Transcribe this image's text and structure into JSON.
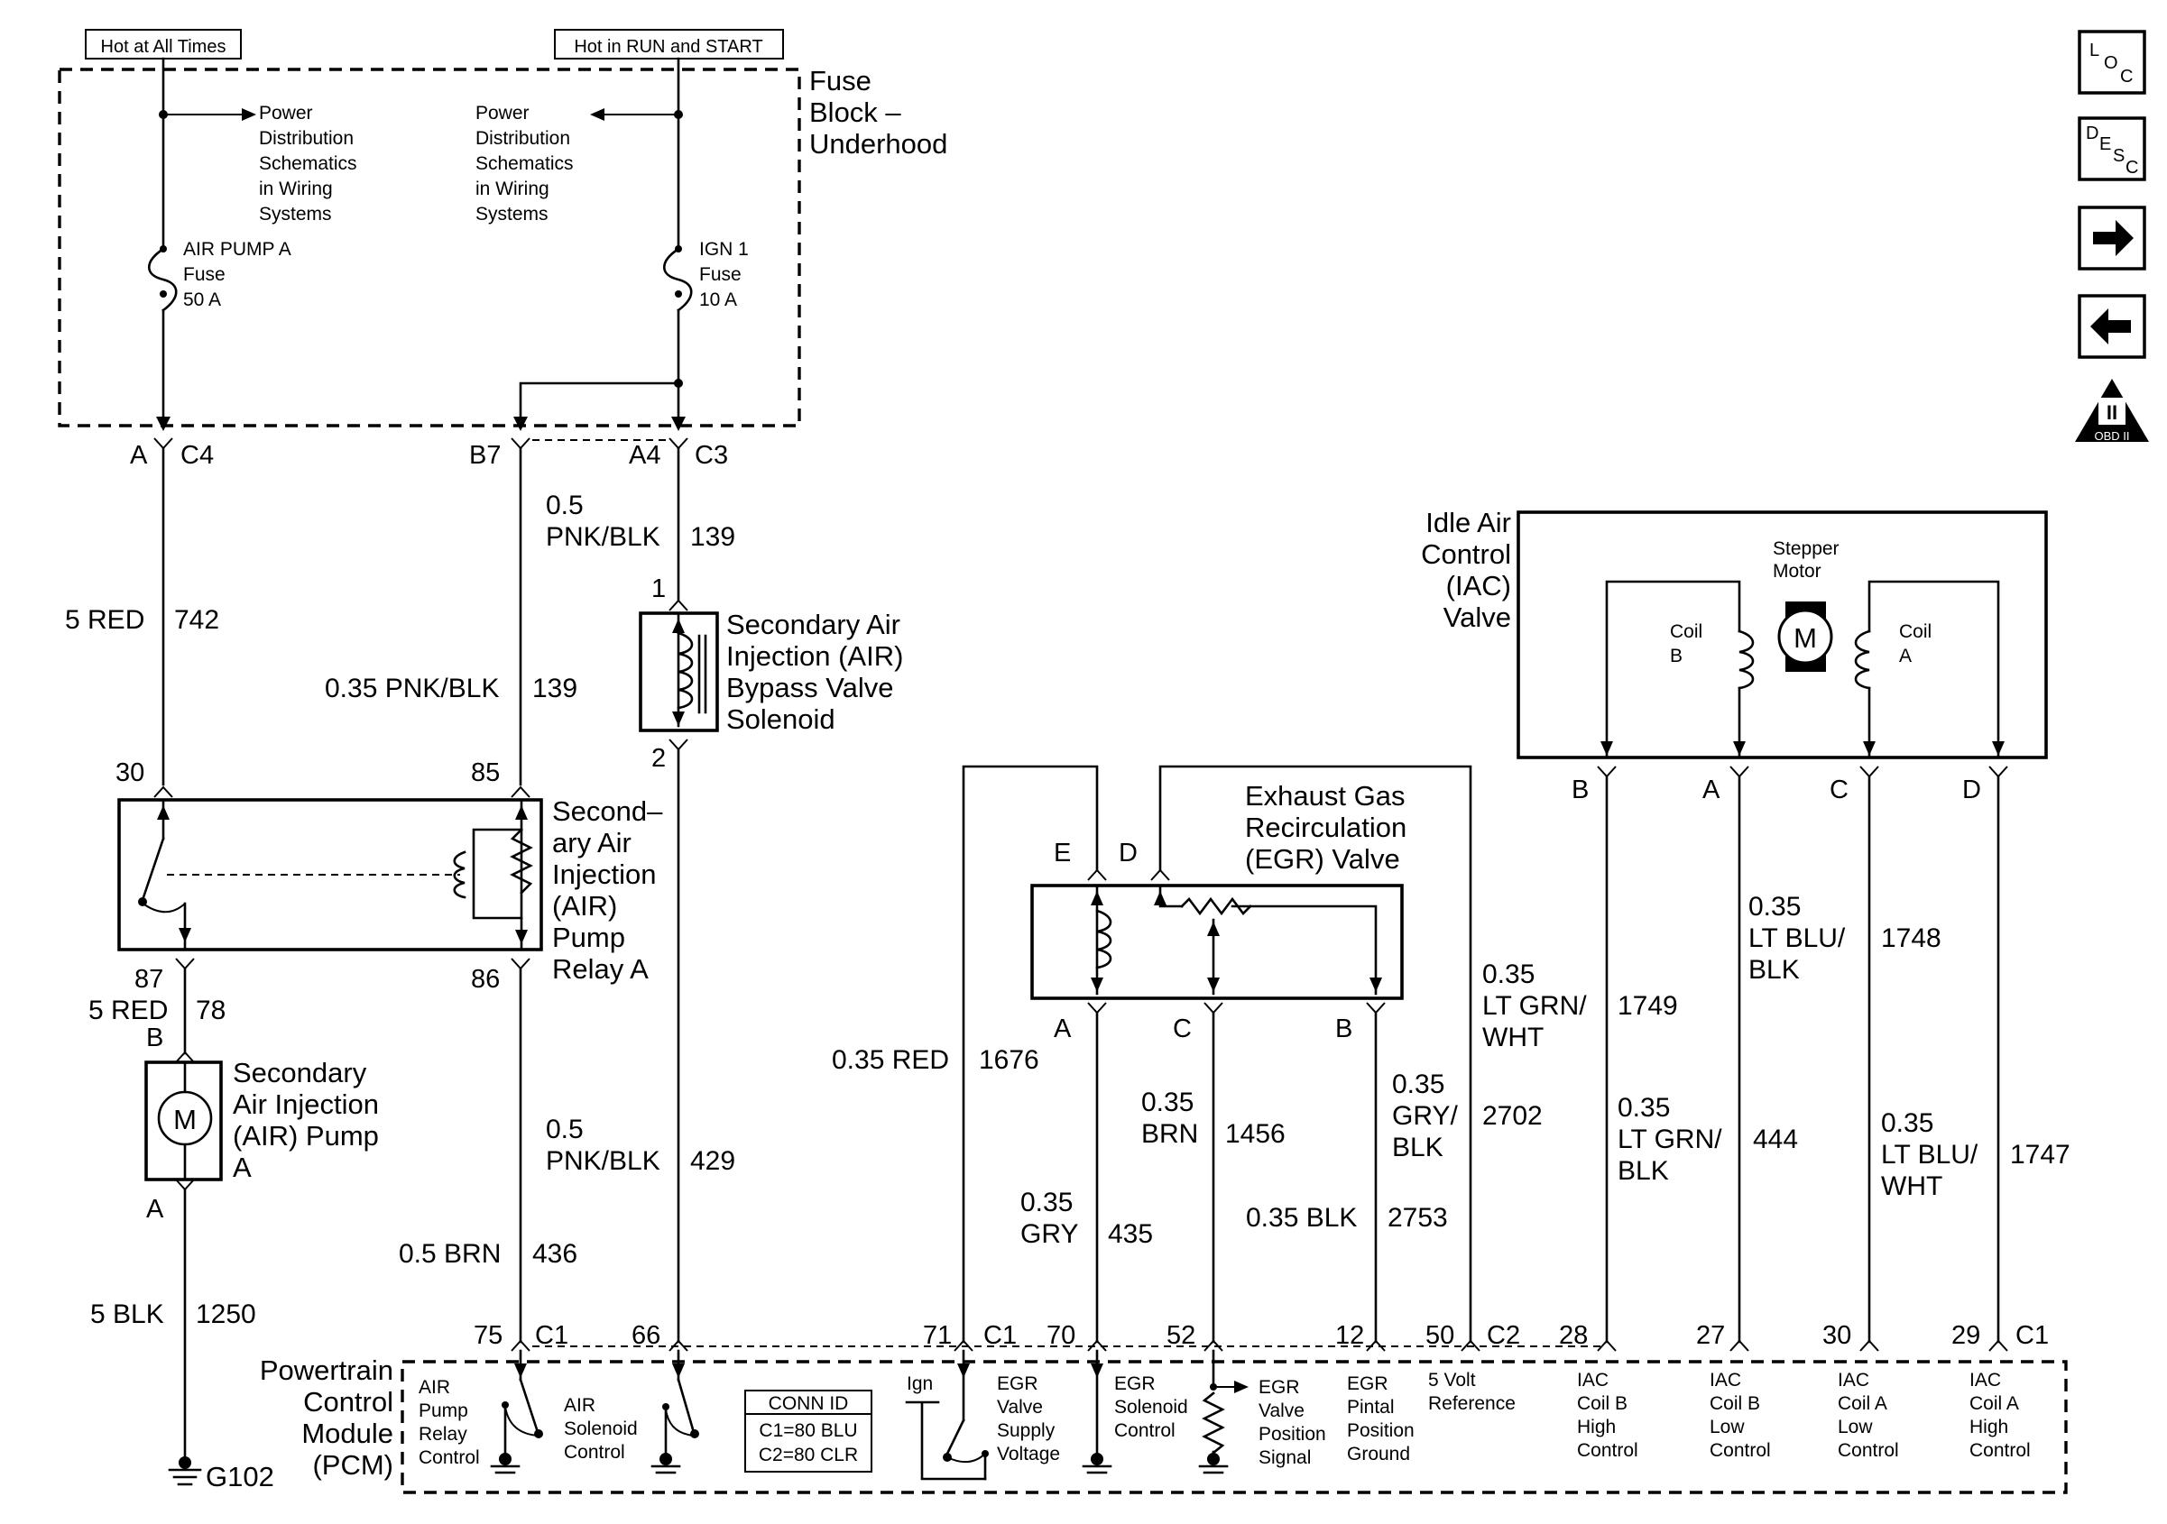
{
  "supply": {
    "hot_all_times": "Hot at All Times",
    "hot_run_start": "Hot in RUN and START",
    "power_dist_left": [
      "Power",
      "Distribution",
      "Schematics",
      "in Wiring",
      "Systems"
    ],
    "power_dist_right": [
      "Power",
      "Distribution",
      "Schematics",
      "in Wiring",
      "Systems"
    ],
    "fuse_block": [
      "Fuse",
      "Block –",
      "Underhood"
    ],
    "fuse_air": [
      "AIR PUMP A",
      "Fuse",
      "50 A"
    ],
    "fuse_ign": [
      "IGN 1",
      "Fuse",
      "10 A"
    ]
  },
  "connectors": {
    "a": "A",
    "c4": "C4",
    "b7": "B7",
    "a4": "A4",
    "c3": "C3",
    "pin_30": "30",
    "pin_85": "85",
    "pin_87": "87",
    "pin_86": "86",
    "pin_1": "1",
    "pin_2": "2",
    "pump_b": "B",
    "pump_a": "A",
    "egr_e": "E",
    "egr_d": "D",
    "egr_a": "A",
    "egr_c": "C",
    "egr_b": "B",
    "iac_b": "B",
    "iac_a": "A",
    "iac_c": "C",
    "iac_d": "D"
  },
  "wires": {
    "w742": [
      "5 RED",
      "742"
    ],
    "w139_top": [
      "0.5",
      "PNK/BLK",
      "139"
    ],
    "w139_mid": [
      "0.35 PNK/BLK",
      "139"
    ],
    "w78": [
      "5 RED",
      "78"
    ],
    "w1250": [
      "5 BLK",
      "1250"
    ],
    "w436": [
      "0.5 BRN",
      "436"
    ],
    "w429": [
      "0.5",
      "PNK/BLK",
      "429"
    ],
    "w1676": [
      "0.35 RED",
      "1676"
    ],
    "w435": [
      "0.35",
      "GRY",
      "435"
    ],
    "w1456": [
      "0.35",
      "BRN",
      "1456"
    ],
    "w2753": [
      "0.35 BLK",
      "2753"
    ],
    "w2702": [
      "0.35",
      "GRY/",
      "BLK",
      "2702"
    ],
    "w1749": [
      "0.35",
      "LT GRN/",
      "WHT",
      "1749"
    ],
    "w444": [
      "0.35",
      "LT GRN/",
      "BLK",
      "444"
    ],
    "w1748": [
      "0.35",
      "LT BLU/",
      "BLK",
      "1748"
    ],
    "w1747": [
      "0.35",
      "LT BLU/",
      "WHT",
      "1747"
    ]
  },
  "components": {
    "bypass": [
      "Secondary Air",
      "Injection (AIR)",
      "Bypass Valve",
      "Solenoid"
    ],
    "relay": [
      "Second–",
      "ary Air",
      "Injection",
      "(AIR)",
      "Pump",
      "Relay A"
    ],
    "pump": [
      "Secondary",
      "Air Injection",
      "(AIR) Pump",
      "A"
    ],
    "motor_symbol": "M",
    "ground": "G102",
    "egr": [
      "Exhaust Gas",
      "Recirculation",
      "(EGR) Valve"
    ],
    "iac": [
      "Idle Air",
      "Control",
      "(IAC)",
      "Valve"
    ],
    "stepper": [
      "Stepper",
      "Motor"
    ],
    "coil_b": [
      "Coil",
      "B"
    ],
    "coil_a": [
      "Coil",
      "A"
    ]
  },
  "pcm": {
    "title": [
      "Powertrain",
      "Control",
      "Module",
      "(PCM)"
    ],
    "pins": {
      "p75": "75",
      "c1a": "C1",
      "p66": "66",
      "p71": "71",
      "c1b": "C1",
      "p70": "70",
      "p52": "52",
      "p12": "12",
      "p50": "50",
      "c2": "C2",
      "p28": "28",
      "p27": "27",
      "p30": "30",
      "p29": "29",
      "c1c": "C1"
    },
    "conn_id": [
      "CONN ID",
      "C1=80 BLU",
      "C2=80 CLR"
    ],
    "ign": "Ign",
    "labels": {
      "relay_ctrl": [
        "AIR",
        "Pump",
        "Relay",
        "Control"
      ],
      "sol_ctrl": [
        "AIR",
        "Solenoid",
        "Control"
      ],
      "egr_supply": [
        "EGR",
        "Valve",
        "Supply",
        "Voltage"
      ],
      "egr_sol": [
        "EGR",
        "Solenoid",
        "Control"
      ],
      "egr_pos": [
        "EGR",
        "Valve",
        "Position",
        "Signal"
      ],
      "egr_gnd": [
        "EGR",
        "Pintal",
        "Position",
        "Ground"
      ],
      "ref5v": [
        "5 Volt",
        "Reference"
      ],
      "iac_bh": [
        "IAC",
        "Coil B",
        "High",
        "Control"
      ],
      "iac_bl": [
        "IAC",
        "Coil B",
        "Low",
        "Control"
      ],
      "iac_al": [
        "IAC",
        "Coil A",
        "Low",
        "Control"
      ],
      "iac_ah": [
        "IAC",
        "Coil A",
        "High",
        "Control"
      ]
    }
  },
  "nav_icons": {
    "loc": [
      "L",
      "O",
      "C"
    ],
    "desc": [
      "D",
      "E",
      "S",
      "C"
    ],
    "obd": [
      "II",
      "OBD II"
    ]
  }
}
